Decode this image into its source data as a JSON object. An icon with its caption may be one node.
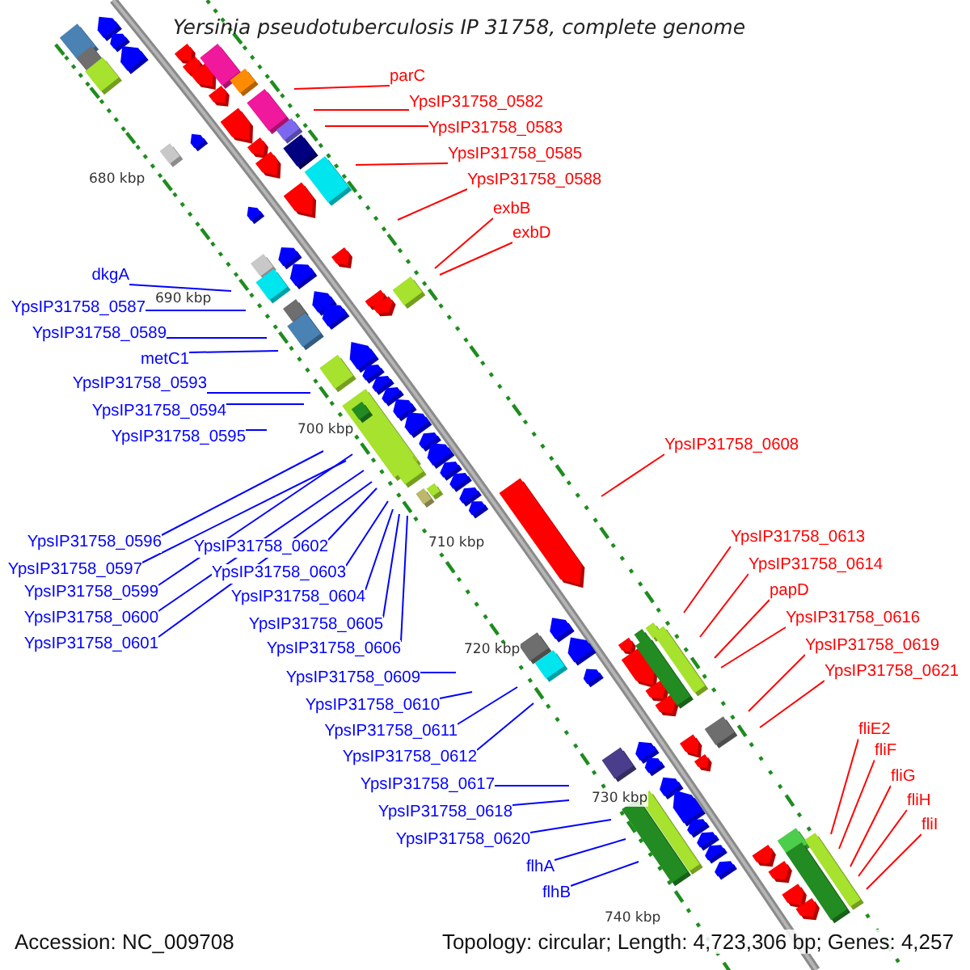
{
  "diagram": {
    "title": "Yersinia pseudotuberculosis IP 31758, complete genome",
    "nodes": [
      {
        "text": [
          "parC"
        ]
      },
      {
        "text": [
          "YpsIP31758_0582"
        ]
      },
      {
        "text": [
          "YpsIP31758_0583"
        ]
      },
      {
        "text": [
          "YpsIP31758_0585"
        ]
      },
      {
        "text": [
          "YpsIP31758_0588"
        ]
      },
      {
        "text": [
          "exbB"
        ]
      },
      {
        "text": [
          "exbD"
        ]
      },
      {
        "text": [
          "YpsIP31758_0608"
        ]
      },
      {
        "text": [
          "YpsIP31758_0613"
        ]
      },
      {
        "text": [
          "YpsIP31758_0614"
        ]
      },
      {
        "text": [
          "papD"
        ]
      },
      {
        "text": [
          "YpsIP31758_0616"
        ]
      },
      {
        "text": [
          "YpsIP31758_0619"
        ]
      },
      {
        "text": [
          "YpsIP31758_0621"
        ]
      },
      {
        "text": [
          "fliE2"
        ]
      },
      {
        "text": [
          "fliF"
        ]
      },
      {
        "text": [
          "fliG"
        ]
      },
      {
        "text": [
          "fliH"
        ]
      },
      {
        "text": [
          "fliI"
        ]
      },
      {
        "text": [
          "dkgA"
        ]
      },
      {
        "text": [
          "YpsIP31758_0587"
        ]
      },
      {
        "text": [
          "YpsIP31758_0589"
        ]
      },
      {
        "text": [
          "metC1"
        ]
      },
      {
        "text": [
          "YpsIP31758_0593"
        ]
      },
      {
        "text": [
          "YpsIP31758_0594"
        ]
      },
      {
        "text": [
          "YpsIP31758_0595"
        ]
      },
      {
        "text": [
          "YpsIP31758_0596"
        ]
      },
      {
        "text": [
          "YpsIP31758_0597"
        ]
      },
      {
        "text": [
          "YpsIP31758_0599"
        ]
      },
      {
        "text": [
          "YpsIP31758_0600"
        ]
      },
      {
        "text": [
          "YpsIP31758_0601"
        ]
      },
      {
        "text": [
          "YpsIP31758_0602"
        ]
      },
      {
        "text": [
          "YpsIP31758_0603"
        ]
      },
      {
        "text": [
          "YpsIP31758_0604"
        ]
      },
      {
        "text": [
          "YpsIP31758_0605"
        ]
      },
      {
        "text": [
          "YpsIP31758_0606"
        ]
      },
      {
        "text": [
          "YpsIP31758_0609"
        ]
      },
      {
        "text": [
          "YpsIP31758_0610"
        ]
      },
      {
        "text": [
          "YpsIP31758_0611"
        ]
      },
      {
        "text": [
          "YpsIP31758_0612"
        ]
      },
      {
        "text": [
          "YpsIP31758_0617"
        ]
      },
      {
        "text": [
          "YpsIP31758_0618"
        ]
      },
      {
        "text": [
          "YpsIP31758_0620"
        ]
      },
      {
        "text": [
          "flhA"
        ]
      },
      {
        "text": [
          "flhB"
        ]
      }
    ],
    "edges": [
      {
        "from": 0,
        "to": null,
        "arrow": "none",
        "color": "#ff0000"
      },
      {
        "from": 1,
        "to": null,
        "arrow": "none",
        "color": "#ff0000"
      },
      {
        "from": 2,
        "to": null,
        "arrow": "none",
        "color": "#ff0000"
      },
      {
        "from": 3,
        "to": null,
        "arrow": "none",
        "color": "#ff0000"
      },
      {
        "from": 4,
        "to": null,
        "arrow": "none",
        "color": "#ff0000"
      },
      {
        "from": 5,
        "to": null,
        "arrow": "none",
        "color": "#ff0000"
      },
      {
        "from": 6,
        "to": null,
        "arrow": "none",
        "color": "#ff0000"
      },
      {
        "from": 7,
        "to": null,
        "arrow": "none",
        "color": "#ff0000"
      },
      {
        "from": 8,
        "to": null,
        "arrow": "none",
        "color": "#ff0000"
      },
      {
        "from": 9,
        "to": null,
        "arrow": "none",
        "color": "#ff0000"
      },
      {
        "from": 10,
        "to": null,
        "arrow": "none",
        "color": "#ff0000"
      },
      {
        "from": 11,
        "to": null,
        "arrow": "none",
        "color": "#ff0000"
      },
      {
        "from": 12,
        "to": null,
        "arrow": "none",
        "color": "#ff0000"
      },
      {
        "from": 13,
        "to": null,
        "arrow": "none",
        "color": "#ff0000"
      },
      {
        "from": 14,
        "to": null,
        "arrow": "none",
        "color": "#ff0000"
      },
      {
        "from": 15,
        "to": null,
        "arrow": "none",
        "color": "#ff0000"
      },
      {
        "from": 16,
        "to": null,
        "arrow": "none",
        "color": "#ff0000"
      },
      {
        "from": 17,
        "to": null,
        "arrow": "none",
        "color": "#ff0000"
      },
      {
        "from": 18,
        "to": null,
        "arrow": "none",
        "color": "#ff0000"
      },
      {
        "from": 19,
        "to": null,
        "arrow": "none"
      },
      {
        "from": 20,
        "to": null,
        "arrow": "none"
      },
      {
        "from": 21,
        "to": null,
        "arrow": "none"
      },
      {
        "from": 22,
        "to": null,
        "arrow": "none"
      },
      {
        "from": 23,
        "to": null,
        "arrow": "none"
      },
      {
        "from": 24,
        "to": null,
        "arrow": "none"
      },
      {
        "from": 25,
        "to": null,
        "arrow": "none"
      },
      {
        "from": 26,
        "to": null,
        "arrow": "none"
      },
      {
        "from": 27,
        "to": null,
        "arrow": "none"
      },
      {
        "from": 28,
        "to": null,
        "arrow": "none"
      },
      {
        "from": 29,
        "to": null,
        "arrow": "none"
      },
      {
        "from": 30,
        "to": null,
        "arrow": "none"
      },
      {
        "from": 31,
        "to": null,
        "arrow": "none"
      },
      {
        "from": 32,
        "to": null,
        "arrow": "none"
      },
      {
        "from": 33,
        "to": null,
        "arrow": "none"
      },
      {
        "from": 34,
        "to": null,
        "arrow": "none"
      },
      {
        "from": 35,
        "to": null,
        "arrow": "none"
      },
      {
        "from": 36,
        "to": null,
        "arrow": "none"
      },
      {
        "from": 37,
        "to": null,
        "arrow": "none"
      },
      {
        "from": 38,
        "to": null,
        "arrow": "none"
      },
      {
        "from": 39,
        "to": null,
        "arrow": "none"
      },
      {
        "from": 40,
        "to": null,
        "arrow": "none"
      },
      {
        "from": 41,
        "to": null,
        "arrow": "none"
      },
      {
        "from": 42,
        "to": null,
        "arrow": "none"
      },
      {
        "from": 43,
        "to": null,
        "arrow": "none"
      },
      {
        "from": 44,
        "to": null,
        "arrow": "none"
      }
    ],
    "labels": [
      "680 kbp",
      "690 kbp",
      "700 kbp",
      "710 kbp",
      "720 kbp",
      "730 kbp",
      "740 kbp",
      "Accession: NC_009708",
      "Topology: circular; Length: 4,723,306 bp; Genes: 4,257"
    ]
  }
}
